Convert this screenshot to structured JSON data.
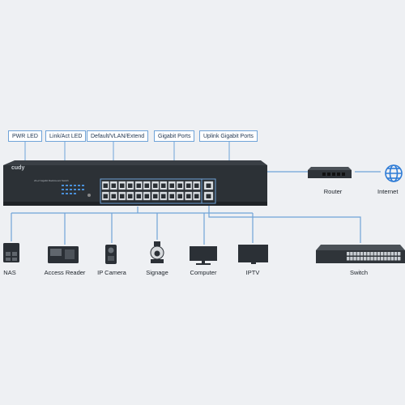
{
  "callouts": {
    "pwr_led": "PWR LED",
    "link_act_led": "Link/Act LED",
    "default_vlan": "Default/VLAN/Extend",
    "gigabit_ports": "Gigabit Ports",
    "uplink_gigabit_ports": "Uplink Gigabit Ports"
  },
  "switch_main": {
    "brand": "cudy",
    "model_text": "24+2 Gigabit Rackmount Switch"
  },
  "top_right": {
    "router_label": "Router",
    "internet_label": "Internet"
  },
  "devices": [
    {
      "label": "NAS",
      "icon": "nas-icon"
    },
    {
      "label": "Access Reader",
      "icon": "access-reader-icon"
    },
    {
      "label": "IP Camera",
      "icon": "ip-camera-icon"
    },
    {
      "label": "Signage",
      "icon": "signage-icon"
    },
    {
      "label": "Computer",
      "icon": "computer-icon"
    },
    {
      "label": "IPTV",
      "icon": "iptv-icon"
    }
  ],
  "switch_small": {
    "label": "Switch"
  },
  "colors": {
    "line": "#6fa3d8",
    "device": "#2b3036",
    "switch_body": "#34393f",
    "globe": "#2f7cd6"
  }
}
